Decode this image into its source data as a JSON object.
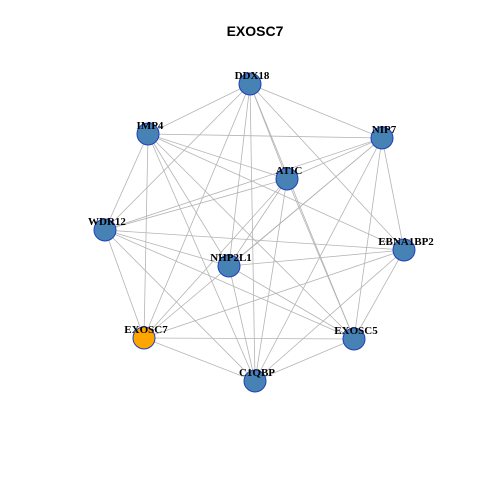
{
  "title": "EXOSC7",
  "colors": {
    "node_default": "#4682B4",
    "node_highlight": "#FFA500",
    "node_border": "#1F3FBF",
    "edge": "#B4B4B4"
  },
  "nodes": [
    {
      "id": "DDX18",
      "label": "DDX18",
      "highlight": false
    },
    {
      "id": "NIP7",
      "label": "NIP7",
      "highlight": false
    },
    {
      "id": "IMP4",
      "label": "IMP4",
      "highlight": false
    },
    {
      "id": "ATIC",
      "label": "ATIC",
      "highlight": false
    },
    {
      "id": "WDR12",
      "label": "WDR12",
      "highlight": false
    },
    {
      "id": "EBNA1BP2",
      "label": "EBNA1BP2",
      "highlight": false
    },
    {
      "id": "NHP2L1",
      "label": "NHP2L1",
      "highlight": false
    },
    {
      "id": "EXOSC7",
      "label": "EXOSC7",
      "highlight": true
    },
    {
      "id": "EXOSC5",
      "label": "EXOSC5",
      "highlight": false
    },
    {
      "id": "C1QBP",
      "label": "C1QBP",
      "highlight": false
    }
  ],
  "edges": [
    [
      "DDX18",
      "IMP4"
    ],
    [
      "DDX18",
      "NIP7"
    ],
    [
      "DDX18",
      "ATIC"
    ],
    [
      "DDX18",
      "WDR12"
    ],
    [
      "DDX18",
      "NHP2L1"
    ],
    [
      "DDX18",
      "EXOSC7"
    ],
    [
      "DDX18",
      "C1QBP"
    ],
    [
      "DDX18",
      "EXOSC5"
    ],
    [
      "DDX18",
      "EBNA1BP2"
    ],
    [
      "IMP4",
      "NIP7"
    ],
    [
      "IMP4",
      "ATIC"
    ],
    [
      "IMP4",
      "WDR12"
    ],
    [
      "IMP4",
      "NHP2L1"
    ],
    [
      "IMP4",
      "EXOSC7"
    ],
    [
      "IMP4",
      "C1QBP"
    ],
    [
      "IMP4",
      "EXOSC5"
    ],
    [
      "IMP4",
      "EBNA1BP2"
    ],
    [
      "NIP7",
      "ATIC"
    ],
    [
      "NIP7",
      "WDR12"
    ],
    [
      "NIP7",
      "NHP2L1"
    ],
    [
      "NIP7",
      "EXOSC7"
    ],
    [
      "NIP7",
      "C1QBP"
    ],
    [
      "NIP7",
      "EXOSC5"
    ],
    [
      "NIP7",
      "EBNA1BP2"
    ],
    [
      "ATIC",
      "WDR12"
    ],
    [
      "ATIC",
      "NHP2L1"
    ],
    [
      "ATIC",
      "EXOSC7"
    ],
    [
      "ATIC",
      "C1QBP"
    ],
    [
      "ATIC",
      "EXOSC5"
    ],
    [
      "WDR12",
      "NHP2L1"
    ],
    [
      "WDR12",
      "EXOSC7"
    ],
    [
      "WDR12",
      "C1QBP"
    ],
    [
      "WDR12",
      "EXOSC5"
    ],
    [
      "WDR12",
      "EBNA1BP2"
    ],
    [
      "EBNA1BP2",
      "NHP2L1"
    ],
    [
      "EBNA1BP2",
      "EXOSC7"
    ],
    [
      "EBNA1BP2",
      "C1QBP"
    ],
    [
      "EBNA1BP2",
      "EXOSC5"
    ],
    [
      "NHP2L1",
      "C1QBP"
    ],
    [
      "NHP2L1",
      "EXOSC5"
    ],
    [
      "EXOSC7",
      "C1QBP"
    ],
    [
      "EXOSC7",
      "EXOSC5"
    ],
    [
      "EXOSC5",
      "C1QBP"
    ]
  ]
}
